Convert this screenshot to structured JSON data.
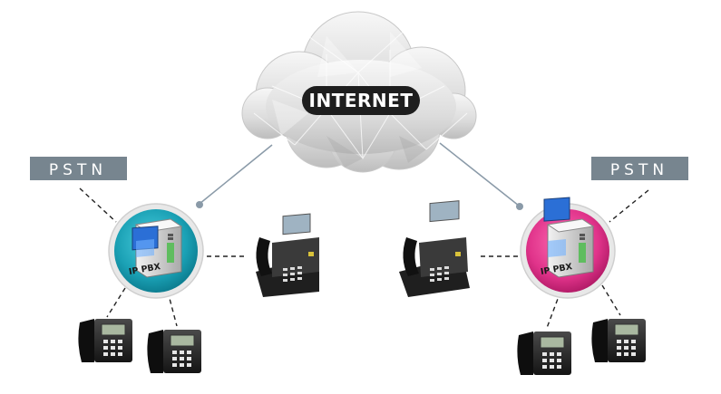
{
  "internet": {
    "label": "INTERNET"
  },
  "pstn_left": {
    "label": "PSTN"
  },
  "pstn_right": {
    "label": "PSTN"
  },
  "pbx_left": {
    "label": "IP PBX",
    "ring_color": "#1aa0b4"
  },
  "pbx_right": {
    "label": "IP PBX",
    "ring_color": "#e0338a"
  },
  "colors": {
    "pstn_bg": "#77858f",
    "pill_bg": "#1e1e1e",
    "connector": "#8a9aa8",
    "dash": "#222222"
  }
}
